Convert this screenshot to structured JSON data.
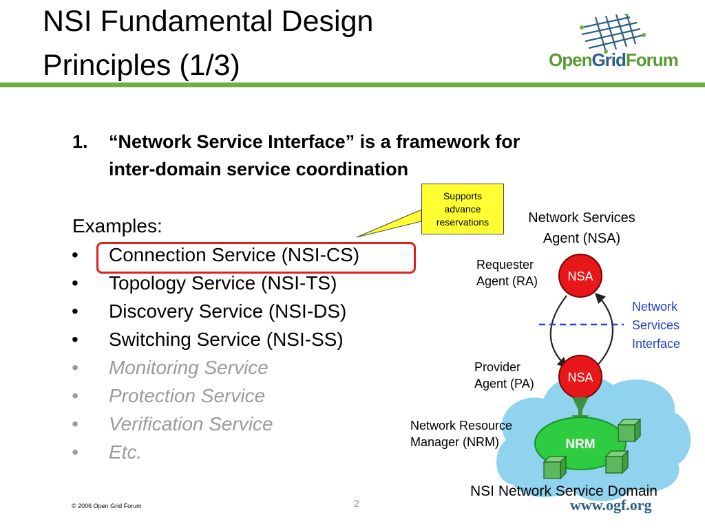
{
  "title": {
    "line1": "NSI Fundamental Design",
    "line2": "Principles (1/3)"
  },
  "logo": {
    "part_open": "Open",
    "part_grid": "Grid",
    "part_forum": "Forum",
    "icon": "grid-mesh-icon",
    "brand_green": "#6fae45",
    "brand_blue": "#2b5f83"
  },
  "heading": {
    "number": "1.",
    "line1": "“Network Service Interface” is a framework for",
    "line2": "inter-domain service coordination"
  },
  "examples": {
    "label": "Examples:",
    "bullet": "•",
    "items": [
      {
        "text": "Connection Service (NSI-CS)",
        "status": "current"
      },
      {
        "text": "Topology Service (NSI-TS)",
        "status": "current"
      },
      {
        "text": "Discovery Service (NSI-DS)",
        "status": "current"
      },
      {
        "text": "Switching Service (NSI-SS)",
        "status": "current"
      },
      {
        "text": "Monitoring Service",
        "status": "future"
      },
      {
        "text": "Protection Service",
        "status": "future"
      },
      {
        "text": "Verification Service",
        "status": "future"
      },
      {
        "text": "Etc.",
        "status": "future"
      }
    ]
  },
  "callout": {
    "line1": "Supports",
    "line2": "advance",
    "line3": "reservations",
    "color": "#ffff33"
  },
  "diagram": {
    "nsa_title_line1": "Network Services",
    "nsa_title_line2": "Agent (NSA)",
    "ra_line1": "Requester",
    "ra_line2": "Agent (RA)",
    "pa_line1": "Provider",
    "pa_line2": "Agent (PA)",
    "nsa_node": "NSA",
    "nsi_line1": "Network",
    "nsi_line2": "Services",
    "nsi_line3": "Interface",
    "nrm_line1": "Network Resource",
    "nrm_line2": "Manager (NRM)",
    "nrm_node": "NRM",
    "domain": "NSI Network Service Domain",
    "colors": {
      "nsa": "#e8171a",
      "nrm": "#2ecc40",
      "cloud": "#8fd3ef",
      "interface": "#1f3fd8",
      "box": "#5cb85c"
    }
  },
  "footer": {
    "copyright": "© 2006 Open Grid Forum",
    "page": "2",
    "url": "www.ogf.org"
  }
}
